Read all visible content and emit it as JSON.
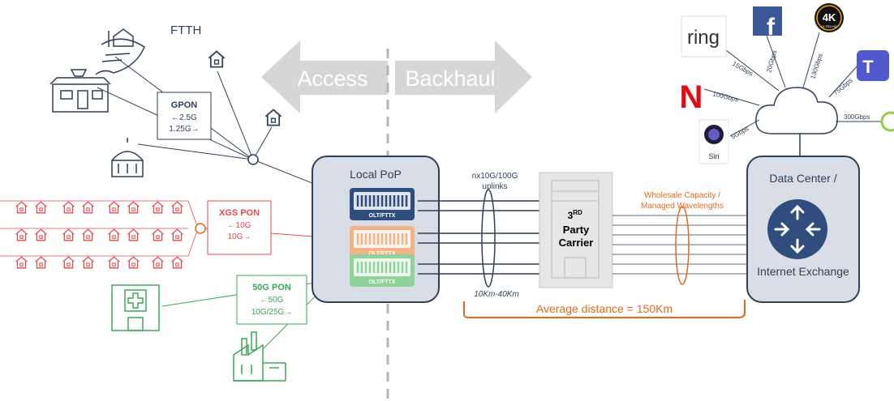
{
  "ftth_label": "FTTH",
  "arrow_access": "Access",
  "arrow_backhaul": "Backhaul",
  "gpon": {
    "title": "GPON",
    "down": "←2.5G",
    "up": "1.25G→"
  },
  "xgs": {
    "title": "XGS PON",
    "down": "←10G",
    "up": "10G→"
  },
  "pon50": {
    "title": "50G PON",
    "down": "←50G",
    "up": "10G/25G→"
  },
  "pop_label": "Local PoP",
  "olt_label": "OLT/FTTX",
  "uplinks": {
    "line1": "nx10G/100G",
    "line2": "uplinks"
  },
  "span_distance": "10Km-40Km",
  "carrier": {
    "line1": "3",
    "superscript": "RD",
    "line2": "Party",
    "line3": "Carrier"
  },
  "wholesale": {
    "line1": "Wholesale Capacity /",
    "line2": "Managed Wavelengths"
  },
  "avg_distance": "Average distance = 150Km",
  "dc": {
    "line1": "Data Center /",
    "line2": "Internet Exchange"
  },
  "services": [
    {
      "name": "ring",
      "speed": "15Gbps"
    },
    {
      "name": "Facebook",
      "speed": "20Gbps"
    },
    {
      "name": "4K Ultra HD",
      "speed": "130Gbps",
      "badge_top": "4K",
      "badge_bottom": "ULTRA HD"
    },
    {
      "name": "Teams",
      "speed": "75Gbps",
      "badge_top": "T"
    },
    {
      "name": "Netflix",
      "speed": "100Gbps",
      "badge_top": "N"
    },
    {
      "name": "Xbox",
      "speed": "300Gbps"
    },
    {
      "name": "Siri",
      "speed": "5Gbps"
    }
  ],
  "colors": {
    "navy": "#2f3f55",
    "xgs_red": "#e8474c",
    "pon50_green": "#3aa856",
    "orange": "#e06a1c",
    "grey_arrow": "#d6d6d6",
    "pop_fill": "#d9dee6",
    "netflix": "#e50914",
    "facebook": "#3b5998"
  }
}
